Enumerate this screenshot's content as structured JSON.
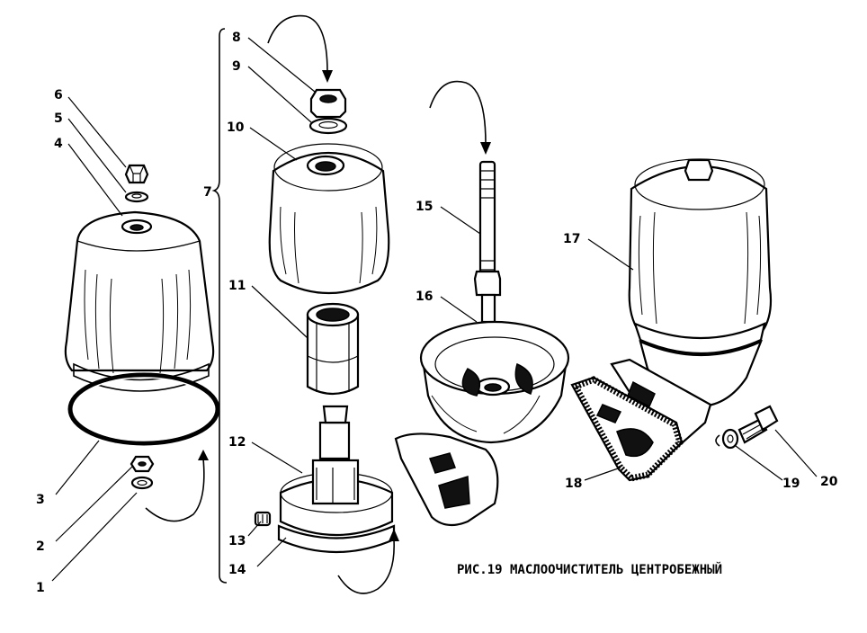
{
  "caption": "РИС.19 МАСЛООЧИСТИТЕЛЬ ЦЕНТРОБЕЖНЫЙ",
  "callouts": {
    "c1": "1",
    "c2": "2",
    "c3": "3",
    "c4": "4",
    "c5": "5",
    "c6": "6",
    "c7": "7",
    "c8": "8",
    "c9": "9",
    "c10": "10",
    "c11": "11",
    "c12": "12",
    "c13": "13",
    "c14": "14",
    "c15": "15",
    "c16": "16",
    "c17": "17",
    "c18": "18",
    "c19": "19",
    "c20": "20"
  },
  "parts": [
    {
      "id": "cap-nut"
    },
    {
      "id": "washer-small"
    },
    {
      "id": "cover"
    },
    {
      "id": "gasket-ring"
    },
    {
      "id": "nut-bottom"
    },
    {
      "id": "washer-bottom"
    },
    {
      "id": "rotor-cap"
    },
    {
      "id": "rotor-nut"
    },
    {
      "id": "rotor-washer"
    },
    {
      "id": "sleeve"
    },
    {
      "id": "rotor-body"
    },
    {
      "id": "jet"
    },
    {
      "id": "stud-axle"
    },
    {
      "id": "housing"
    },
    {
      "id": "assembled-filter"
    },
    {
      "id": "flange-gasket"
    },
    {
      "id": "bolt"
    },
    {
      "id": "bolt-washer"
    }
  ]
}
